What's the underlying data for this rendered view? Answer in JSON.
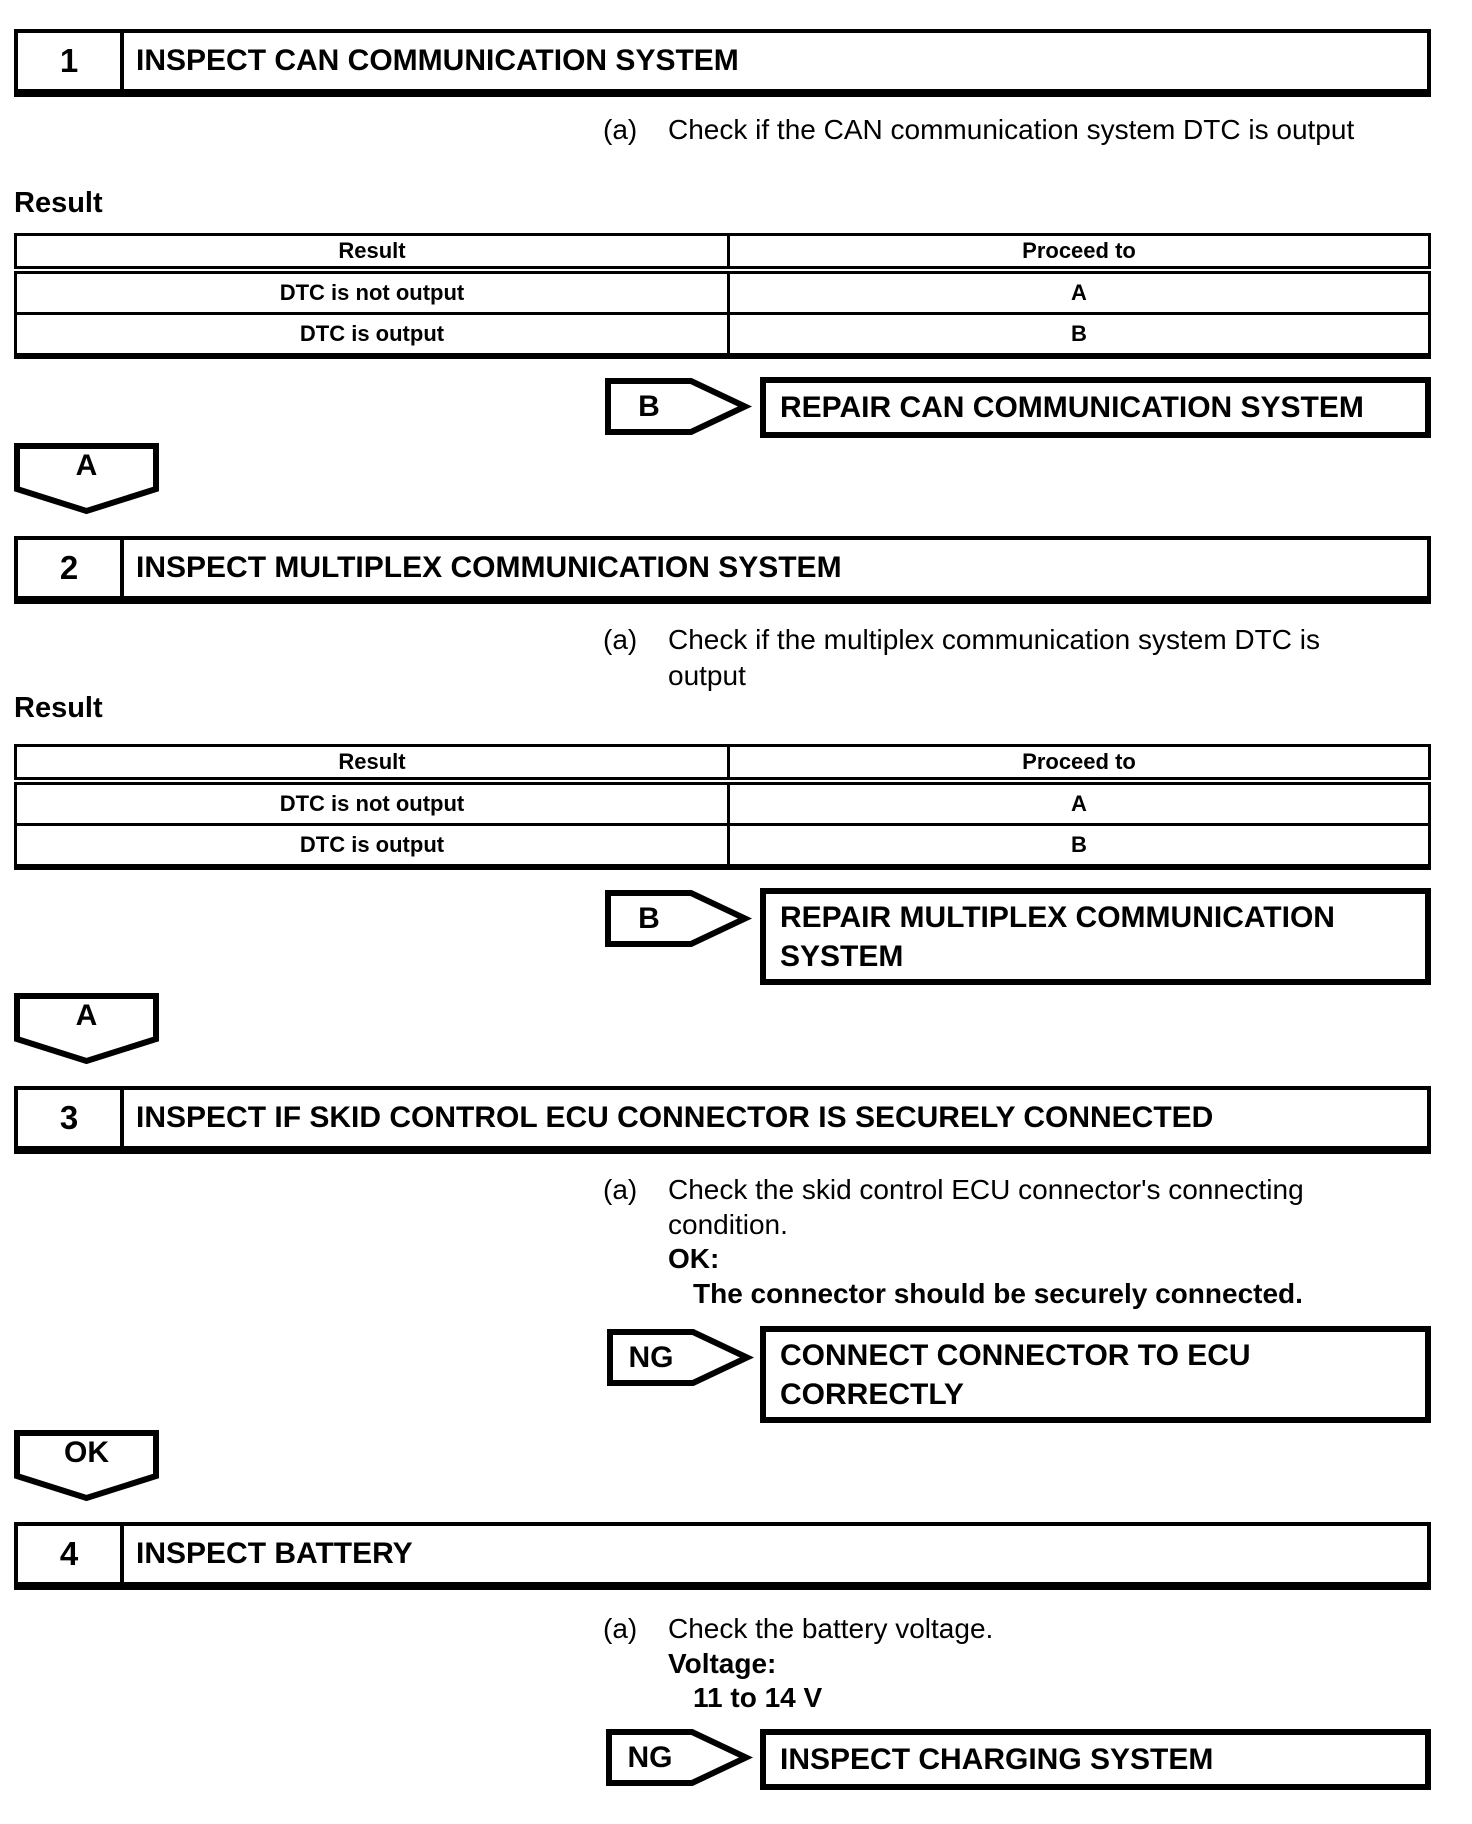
{
  "page": {
    "paper_color": "#ffffff",
    "ink_color": "#000000"
  },
  "steps": [
    {
      "number": "1",
      "title": "INSPECT CAN COMMUNICATION SYSTEM",
      "instruction_marker": "(a)",
      "instruction_lines": [
        "Check if the CAN communication system DTC is output"
      ],
      "result_label": "Result",
      "table": {
        "headers": [
          "Result",
          "Proceed to"
        ],
        "rows": [
          [
            "DTC is not output",
            "A"
          ],
          [
            "DTC is output",
            "B"
          ]
        ]
      },
      "branch": {
        "label": "B",
        "action_lines": [
          "REPAIR CAN COMMUNICATION SYSTEM"
        ]
      },
      "next": {
        "label": "A"
      }
    },
    {
      "number": "2",
      "title": "INSPECT MULTIPLEX COMMUNICATION SYSTEM",
      "instruction_marker": "(a)",
      "instruction_lines": [
        "Check if the multiplex communication system DTC is",
        "output"
      ],
      "result_label": "Result",
      "table": {
        "headers": [
          "Result",
          "Proceed to"
        ],
        "rows": [
          [
            "DTC is not output",
            "A"
          ],
          [
            "DTC is output",
            "B"
          ]
        ]
      },
      "branch": {
        "label": "B",
        "action_lines": [
          "REPAIR MULTIPLEX COMMUNICATION",
          "SYSTEM"
        ]
      },
      "next": {
        "label": "A"
      }
    },
    {
      "number": "3",
      "title": "INSPECT IF SKID CONTROL ECU CONNECTOR IS SECURELY CONNECTED",
      "instruction_marker": "(a)",
      "instruction_lines": [
        "Check the skid control ECU connector's connecting",
        "condition."
      ],
      "spec_label": "OK:",
      "spec_text": "The connector should be securely connected.",
      "branch": {
        "label": "NG",
        "action_lines": [
          "CONNECT CONNECTOR TO ECU",
          "CORRECTLY"
        ]
      },
      "next": {
        "label": "OK"
      }
    },
    {
      "number": "4",
      "title": "INSPECT BATTERY",
      "instruction_marker": "(a)",
      "instruction_lines": [
        "Check the battery voltage."
      ],
      "spec_label": "Voltage:",
      "spec_text": "11 to 14 V",
      "branch": {
        "label": "NG",
        "action_lines": [
          "INSPECT CHARGING SYSTEM"
        ]
      }
    }
  ]
}
